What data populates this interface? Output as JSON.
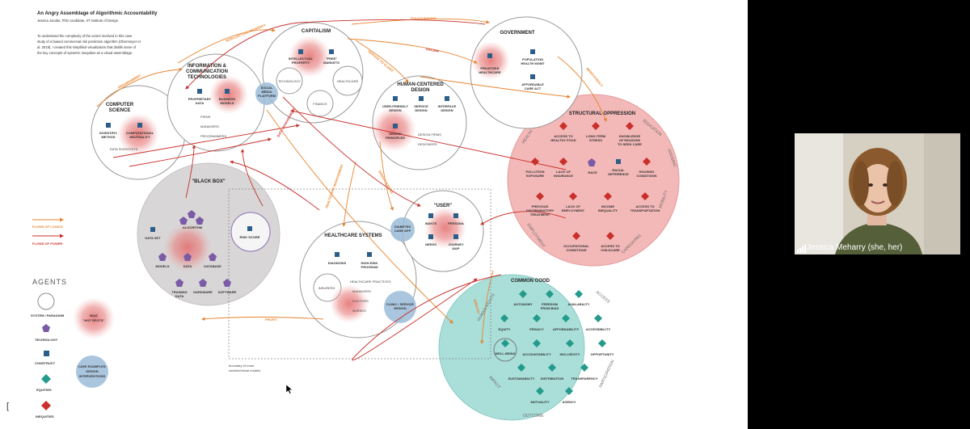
{
  "slide": {
    "title": "An Angry Assemblage of Algorithmic Accountability",
    "author": "Jessica Jacobs, PhD candidate, IIT Institute of Design",
    "intro": [
      "To understand the complexity of the actors involved in this case",
      "study of a biased commercial risk prediction algorithm (Obermeyer et",
      "al. 2019), I created this simplified visualization that distills some of",
      "the key concepts of systemic inequities as a visual assemblage."
    ]
  },
  "colors": {
    "construct": "#2b5f8a",
    "technology": "#7b5ba6",
    "equity": "#249b8a",
    "inequity": "#c9302c",
    "logic_flow": "#e8832e",
    "power_flow": "#c9302c",
    "hotspot": "#e36b6b",
    "case_example": "#9bbcd8",
    "common_good_bg": "#a9ded9",
    "oppression_bg": "#f3b8b8",
    "black_box_bg": "#d8d6d6"
  },
  "legend": {
    "flows_of_logics": "FLOWS OF LOGICS",
    "flows_of_power": "FLOWS OF POWER",
    "agents": "AGENTS",
    "system": "SYSTEM / PARADIGM",
    "technology": "TECHNOLOGY",
    "construct": "CONSTRUCT",
    "equities": "EQUITIES",
    "inequities": "INEQUITIES",
    "bias": [
      "BIAS",
      "\"HOT SPOTS\""
    ],
    "case_examples": [
      "CASE EXAMPLES:",
      "DESIGN",
      "INTERVENTIONS"
    ]
  },
  "clusters": {
    "computer_science": [
      "COMPUTER",
      "SCIENCE"
    ],
    "ict": [
      "INFORMATION &",
      "COMMUNICATION",
      "TECHNOLOGIES"
    ],
    "capitalism": "CAPITALISM",
    "government": "GOVERNMENT",
    "human_centered": [
      "HUMAN-CENTERED",
      "DESIGN"
    ],
    "structural_oppression": "STRUCTURAL OPPRESSION",
    "black_box": "\"BLACK BOX\"",
    "healthcare_systems": "HEALTHCARE SYSTEMS",
    "user": "\"USER\"",
    "common_good": "COMMON GOOD"
  },
  "nodes": {
    "cs": {
      "scientific_method": [
        "SCIENTIFIC",
        "METHOD"
      ],
      "computational_neutrality": [
        "COMPUTATIONAL",
        "NEUTRALITY"
      ],
      "data_scientists": "DATA SCIENTISTS"
    },
    "ict": {
      "proprietary_data": [
        "PROPRIETARY",
        "DATA"
      ],
      "business_models": [
        "BUSINESS",
        "MODELS"
      ],
      "firms": "FIRMS",
      "managers": "MANAGERS",
      "programmers": "PROGRAMMERS"
    },
    "social_media_platform": [
      "SOCIAL",
      "MEDIA",
      "PLATFORM"
    ],
    "capitalism": {
      "intellectual_property": [
        "INTELLECTUAL",
        "PROPERTY"
      ],
      "free_markets": [
        "\"FREE\"",
        "MARKETS"
      ],
      "technology": "TECHNOLOGY",
      "healthcare": "HEALTHCARE",
      "finance": "FINANCE"
    },
    "government": {
      "privatized_healthcare": [
        "PRIVATIZED",
        "HEALTHCARE"
      ],
      "population_health_mgmt": [
        "POPULATION",
        "HEALTH MGMT"
      ],
      "affordable_care_act": [
        "AFFORDABLE",
        "CARE ACT"
      ]
    },
    "hcd": {
      "user_friendly_design": [
        "USER-FRIENDLY",
        "DESIGN"
      ],
      "service_design": [
        "SERVICE",
        "DESIGN"
      ],
      "interface_design": [
        "INTERFACE",
        "DESIGN"
      ],
      "design_principles": [
        "DESIGN",
        "PRINCIPLES"
      ],
      "design_firms": "DESIGN FIRMS",
      "designers": "DESIGNERS"
    },
    "oppression": {
      "items": [
        [
          "ACCESS TO",
          "HEALTHY FOOD"
        ],
        [
          "LONG-TERM",
          "STRESS"
        ],
        [
          "KNOWLEDGE",
          "OF REASONS",
          "TO SEEK CARE"
        ],
        [
          "POLLUTION",
          "EXPOSURE"
        ],
        [
          "LACK OF",
          "INSURANCE"
        ],
        [
          "HOUSING",
          "CONDITIONS"
        ],
        [
          "PREVIOUS",
          "DISCRIMINATORY",
          "TREATMENT"
        ],
        [
          "LACK OF",
          "EMPLOYMENT"
        ],
        [
          "INCOME",
          "INEQUALITY"
        ],
        [
          "ACCESS TO",
          "TRANSPORTATION"
        ],
        [
          "OCCUPATIONAL",
          "CONDITIONS"
        ],
        [
          "ACCESS TO",
          "CHILDCARE"
        ]
      ],
      "race": "RACE",
      "racial_difference": [
        "RACIAL",
        "DIFFERENCE"
      ],
      "side": [
        "HEALTH",
        "EDUCATION",
        "HOUSING",
        "MOBILITY",
        "CAREGIVING",
        "EMPLOYMENT"
      ]
    },
    "black_box": {
      "algorithm": "ALGORITHM",
      "data_set": "DATA SET",
      "risk_score": "RISK SCORE",
      "models": "MODELS",
      "data": "DATA",
      "database": "DATABASE",
      "training_data": [
        "TRAINING",
        "DATA"
      ],
      "hardware": "HARDWARE",
      "software": "SOFTWARE"
    },
    "healthcare": {
      "diagnosis": "DIAGNOSIS",
      "high_risk_program": [
        "HIGH-RISK",
        "PROGRAM"
      ],
      "insurers": "INSURERS",
      "healthcare_practices": "HEALTHCARE PRACTICES",
      "managers": "MANAGERS",
      "doctors": "DOCTORS",
      "nurses": "NURSES",
      "clinic_service_design": [
        "CLINIC / SERVICE",
        "DESIGN"
      ]
    },
    "diabetes_care_app": [
      "DIABETES",
      "CARE APP"
    ],
    "user": {
      "wants": "WANTS",
      "persona": "PERSONA",
      "needs": "NEEDS",
      "journey_map": [
        "JOURNEY",
        "MAP"
      ]
    },
    "common_good": {
      "items": [
        "AUTONOMY",
        [
          "FREEDOM",
          "FROM BIAS"
        ],
        "AVAILABILITY",
        "EQUITY",
        "PRIVACY",
        "AFFORDABILITY",
        "ACCESSIBILITY",
        [
          "WELL-BEING"
        ],
        "ACCOUNTABILITY",
        "INCLUSIVITY",
        "OPPORTUNITY",
        "SUSTAINABILITY",
        "DISTRIBUTION",
        "TRANSPARENCY",
        "MUTUALITY",
        "AGENCY"
      ],
      "side": [
        "HUMAN RIGHTS",
        "ACCESS",
        "IMPACT",
        "OUTCOME",
        "PARTICIPATION"
      ]
    }
  },
  "flows": {
    "policy_making": "POLICY MAKING",
    "intellectual_property": "INTELLECTUAL PROPERTY",
    "racism": "RACISM",
    "service_to_client": "SERVICE TO CLIENT",
    "programming": "PROGRAMMING",
    "meritocracy": "MERITOCRACY",
    "data_management": "DATA MANAGEMENT",
    "healthcare_management": "HEALTHCARE MANAGEMENT",
    "design_making": "DESIGN MAKING",
    "profit": "PROFIT",
    "empathy": "EMPATHY"
  },
  "boundary_note": [
    "boundary of most",
    "sociotechnical models"
  ],
  "bottom_bracket": "[",
  "video": {
    "participant_name": "Jessica Meharry  (she, her)"
  }
}
